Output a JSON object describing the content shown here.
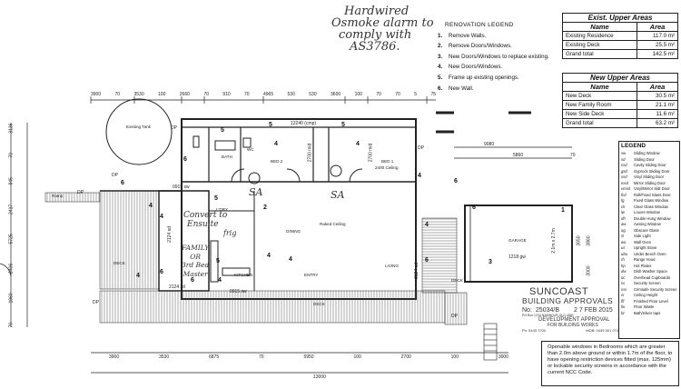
{
  "handwritten_note": {
    "line1": "Hardwired",
    "line2": "Osmoke alarm to",
    "line3": "comply with",
    "line4": "AS3786."
  },
  "renovation_legend": {
    "title": "RENOVATION LEGEND",
    "items": [
      {
        "n": "1.",
        "t": "Remove Walls."
      },
      {
        "n": "2.",
        "t": "Remove Doors/Windows."
      },
      {
        "n": "3.",
        "t": "New Doors/Windows to replace existing."
      },
      {
        "n": "4.",
        "t": "New Doors/Windows."
      },
      {
        "n": "5.",
        "t": "Frame up existing openings."
      },
      {
        "n": "6.",
        "t": "New Wall."
      }
    ]
  },
  "existing_upper_areas": {
    "caption": "Exist. Upper Areas",
    "h_name": "Name",
    "h_area": "Area",
    "rows": [
      {
        "name": "Existing Residence",
        "area": "117.0 m²"
      },
      {
        "name": "Existing Deck",
        "area": "25.5 m²"
      },
      {
        "name": "Grand total",
        "area": "142.5 m²"
      }
    ]
  },
  "new_upper_areas": {
    "caption": "New Upper Areas",
    "h_name": "Name",
    "h_area": "Area",
    "rows": [
      {
        "name": "New Deck",
        "area": "30.5 m²"
      },
      {
        "name": "New Family Room",
        "area": "21.1 m²"
      },
      {
        "name": "New Side Deck",
        "area": "11.6 m²"
      },
      {
        "name": "Grand total",
        "area": "63.2 m²"
      }
    ]
  },
  "legend": {
    "title": "LEGEND",
    "items": [
      {
        "a": "sw",
        "t": "Sliding Window"
      },
      {
        "a": "sd",
        "t": "Sliding Door"
      },
      {
        "a": "csd",
        "t": "Cavity Sliding Door"
      },
      {
        "a": "gsd",
        "t": "Gyprock Sliding Door"
      },
      {
        "a": "vsd",
        "t": "Vinyl Sliding Door"
      },
      {
        "a": "msd",
        "t": "Mirror Sliding Door"
      },
      {
        "a": "vmsd",
        "t": "Vinyl/Mirror Sldt Door"
      },
      {
        "a": "fcd",
        "t": "Roll/Fixed Glass Door"
      },
      {
        "a": "fg",
        "t": "Fixed Glass Window"
      },
      {
        "a": "clr",
        "t": "Clear Glass Window"
      },
      {
        "a": "lw",
        "t": "Louvre Window"
      },
      {
        "a": "dh",
        "t": "Double Hung Window"
      },
      {
        "a": "aw",
        "t": "Awning Window"
      },
      {
        "a": "og",
        "t": "Obscure Glass"
      },
      {
        "a": "sl",
        "t": "Side Light"
      },
      {
        "a": "wo",
        "t": "Wall Oven"
      },
      {
        "a": "us",
        "t": "Upright Stove"
      },
      {
        "a": "ubo",
        "t": "Under Bench Oven"
      },
      {
        "a": "rh",
        "t": "Range Hood"
      },
      {
        "a": "hp",
        "t": "Hot Plates"
      },
      {
        "a": "dw",
        "t": "Dish Washer Space"
      },
      {
        "a": "oc",
        "t": "Overhead Cupboards"
      },
      {
        "a": "ss",
        "t": "Security Screen"
      },
      {
        "a": "css",
        "t": "Crimsafe Security Screen"
      },
      {
        "a": "cr",
        "t": "Ceiling Height"
      },
      {
        "a": "ffl",
        "t": "Finished Floor Level"
      },
      {
        "a": "fw",
        "t": "Floor Waste"
      },
      {
        "a": "bt",
        "t": "Bath/Silver taps"
      }
    ]
  },
  "stamp": {
    "line1": "SUNCOAST",
    "line2": "BUILDING APPROVALS",
    "ref_label": "No:",
    "ref": "25034/B",
    "date": "2 7 FEB 2015",
    "line3": "DEVELOPMENT APPROVAL",
    "line4": "FOR BUILDING WORKS",
    "small": "PO Box 1234 NAMBOUR QLD 4560",
    "phone": "Ph: 5443 7200",
    "mob": "MOB: 0439 301 074"
  },
  "note": "Openable windows in Bedrooms which are greater than 2.0m above ground or within 1.7m of the floor, to have opening restriction devices fitted (max. 125mm) or lockable security screens in accordance with the current NCC Code.",
  "plan": {
    "existing_tank": "Existing Tank",
    "rooms": {
      "bath": "BATH",
      "wc": "WC",
      "bed2": "BED 2",
      "bed1": "BED 1",
      "bed1_ceiling": "2400 Ceiling",
      "ldry": "L'DRY",
      "kitchen": "KITCHEN",
      "dining": "DINING",
      "raked": "Raked Ceiling",
      "entry": "ENTRY",
      "living": "LIVING",
      "garage": "GARAGE",
      "deck_left": "DECK",
      "deck_bottom": "DECK",
      "deck_right": "DECK",
      "ramp": "Ramp",
      "fridge": "frig"
    },
    "hand_labels": {
      "convert1": "Convert to",
      "convert2": "Ensuite",
      "family": "FAMILY",
      "or": "OR",
      "bed3a": "3rd Bed",
      "bed3b": "Master",
      "sa1": "SA",
      "sa2": "SA"
    },
    "top_dims": [
      "3900",
      "70",
      "3530",
      "100",
      "2660",
      "70",
      "910",
      "70",
      "4965",
      "530",
      "530",
      "3600",
      "100",
      "70",
      "70",
      "5",
      "75"
    ],
    "bottom_dims": [
      "3900",
      "3530",
      "6875",
      "70",
      "5950",
      "100",
      "2700",
      "100",
      "3000",
      "13000"
    ],
    "left_dims": [
      "3136",
      "70",
      "945",
      "2417",
      "5725",
      "2406",
      "1960",
      "70"
    ],
    "inner_dims": [
      "12240 (cmp)",
      "0915 sw",
      "2124 sd",
      "0915 sw",
      "2124 sd",
      "2700 mid",
      "2700 mid",
      "2.1m x 2.7m",
      "1218 gw",
      "9080",
      "5860",
      "70",
      "3650",
      "3860",
      "2124 sd",
      "3000"
    ],
    "dp_labels": [
      "DP",
      "DP",
      "DP",
      "DP",
      "DP",
      "DP"
    ],
    "numbers": [
      "5",
      "5",
      "5",
      "6",
      "4",
      "4",
      "4",
      "4",
      "4",
      "6",
      "6",
      "6",
      "3",
      "1",
      "6",
      "4",
      "2",
      "5",
      "4",
      "6",
      "5",
      "4",
      "6",
      "4",
      "4"
    ]
  }
}
